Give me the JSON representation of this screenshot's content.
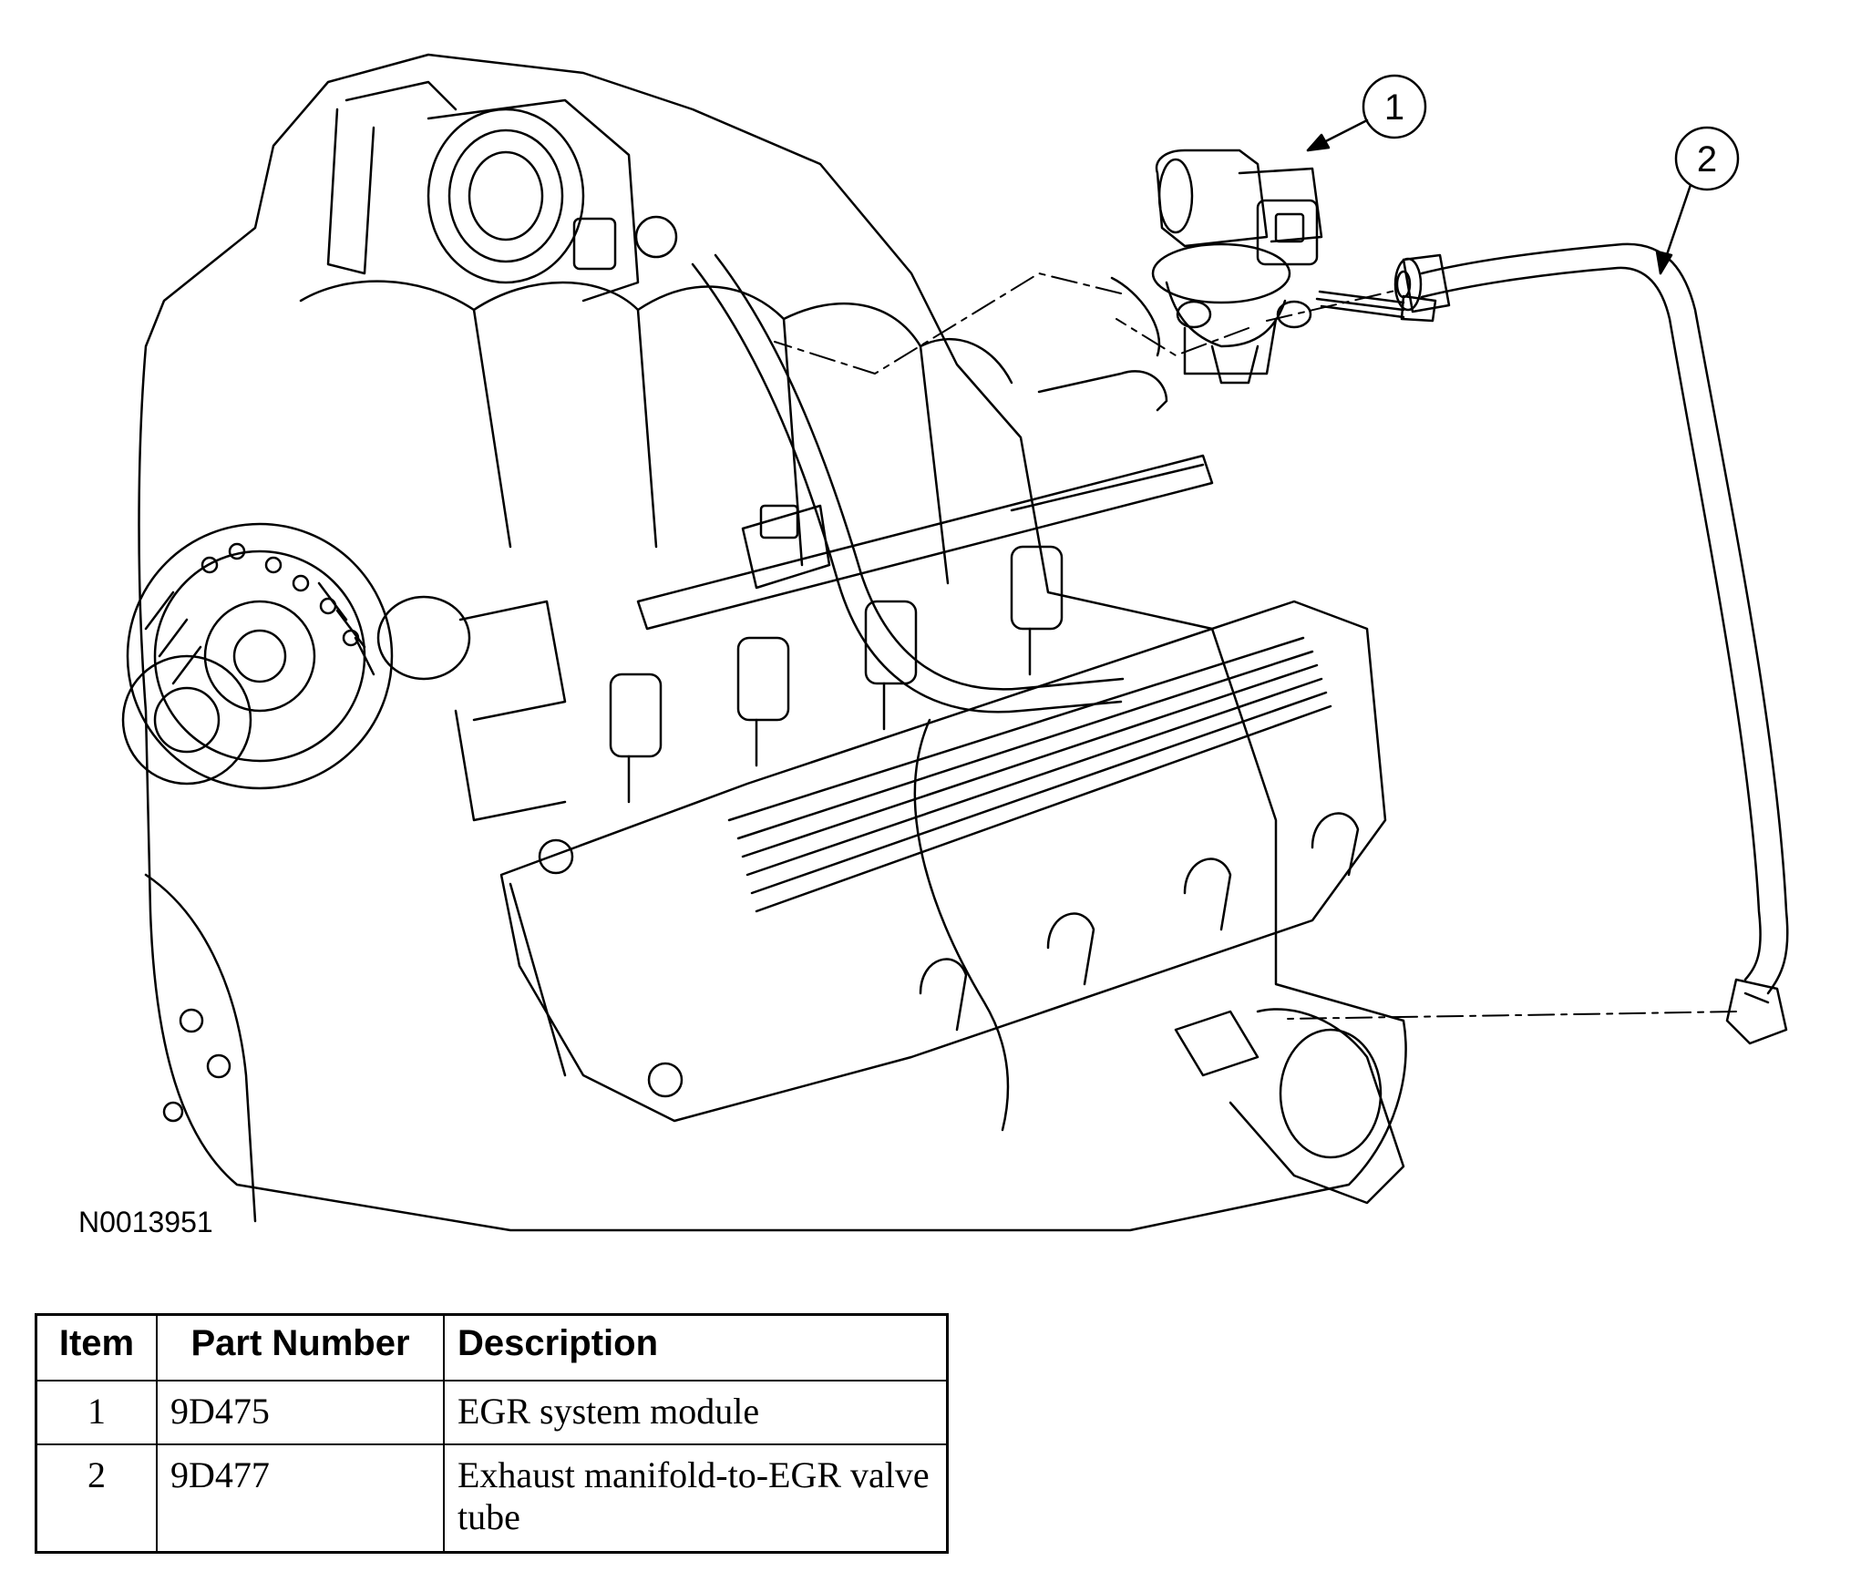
{
  "figure": {
    "id": "N0013951",
    "callouts": [
      {
        "number": "1"
      },
      {
        "number": "2"
      }
    ]
  },
  "parts_table": {
    "headers": {
      "item": "Item",
      "part_number": "Part Number",
      "description": "Description"
    },
    "rows": [
      {
        "item": "1",
        "part_number": "9D475",
        "description": "EGR system module"
      },
      {
        "item": "2",
        "part_number": "9D477",
        "description": "Exhaust manifold-to-EGR valve tube"
      }
    ]
  }
}
